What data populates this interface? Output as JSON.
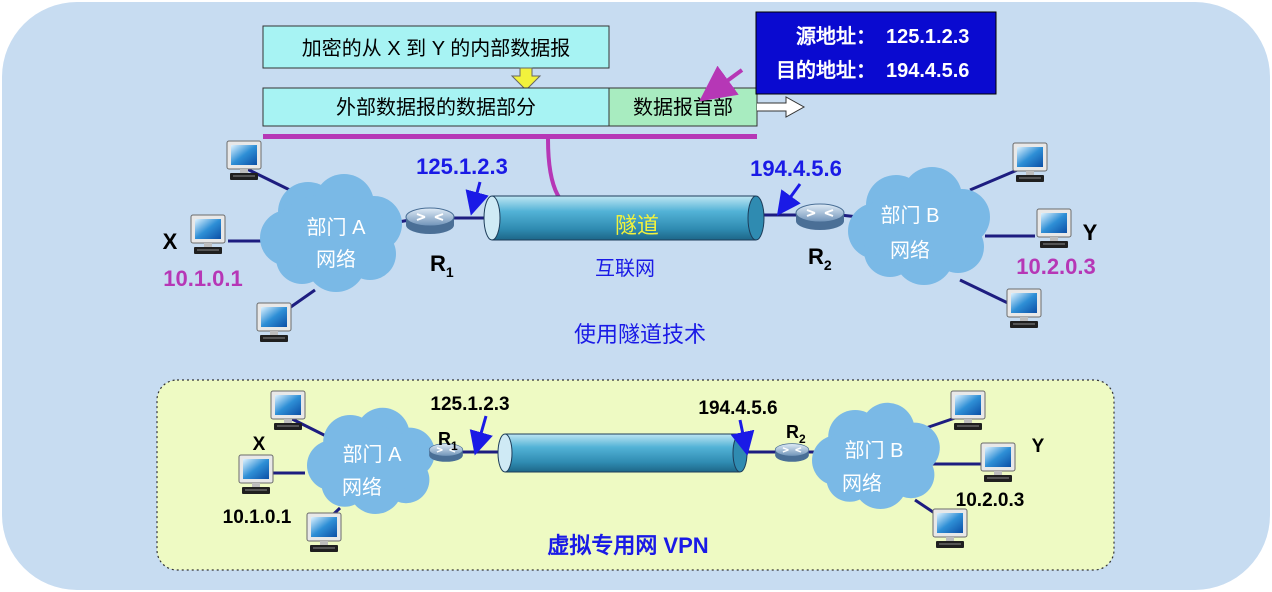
{
  "top": {
    "inner_packet_label": "加密的从 X 到 Y 的内部数据报",
    "outer_data_label": "外部数据报的数据部分",
    "outer_header_label": "数据报首部",
    "addr_box": {
      "src_label": "源地址：",
      "src_value": "125.1.2.3",
      "dst_label": "目的地址：",
      "dst_value": "194.4.5.6"
    },
    "r1_ip": "125.1.2.3",
    "r2_ip": "194.4.5.6",
    "tunnel_label": "隧道",
    "internet_label": "互联网",
    "dept_a_line1": "部门 A",
    "dept_a_line2": "网络",
    "dept_b_line1": "部门 B",
    "dept_b_line2": "网络",
    "router1": "R",
    "router1_sub": "1",
    "router2": "R",
    "router2_sub": "2",
    "host_x": "X",
    "host_y": "Y",
    "ip_x": "10.1.0.1",
    "ip_y": "10.2.0.3",
    "caption": "使用隧道技术"
  },
  "bottom": {
    "r1_ip": "125.1.2.3",
    "r2_ip": "194.4.5.6",
    "dept_a_line1": "部门 A",
    "dept_a_line2": "网络",
    "dept_b_line1": "部门 B",
    "dept_b_line2": "网络",
    "router1": "R",
    "router1_sub": "1",
    "router2": "R",
    "router2_sub": "2",
    "host_x": "X",
    "host_y": "Y",
    "ip_x": "10.1.0.1",
    "ip_y": "10.2.0.3",
    "caption": "虚拟专用网 VPN"
  },
  "colors": {
    "panel_bg": "#c7dcf1",
    "vpn_bg": "#eefac3",
    "cloud": "#7ab9e6",
    "tunnel": "#3e9cc3",
    "blue_text": "#1a1ae6",
    "purple": "#b637b6",
    "navy_box": "#0a0ad0",
    "cyan_box": "#a7f3f3",
    "green_box": "#a8ecc0",
    "yellow": "#f2f23c"
  }
}
